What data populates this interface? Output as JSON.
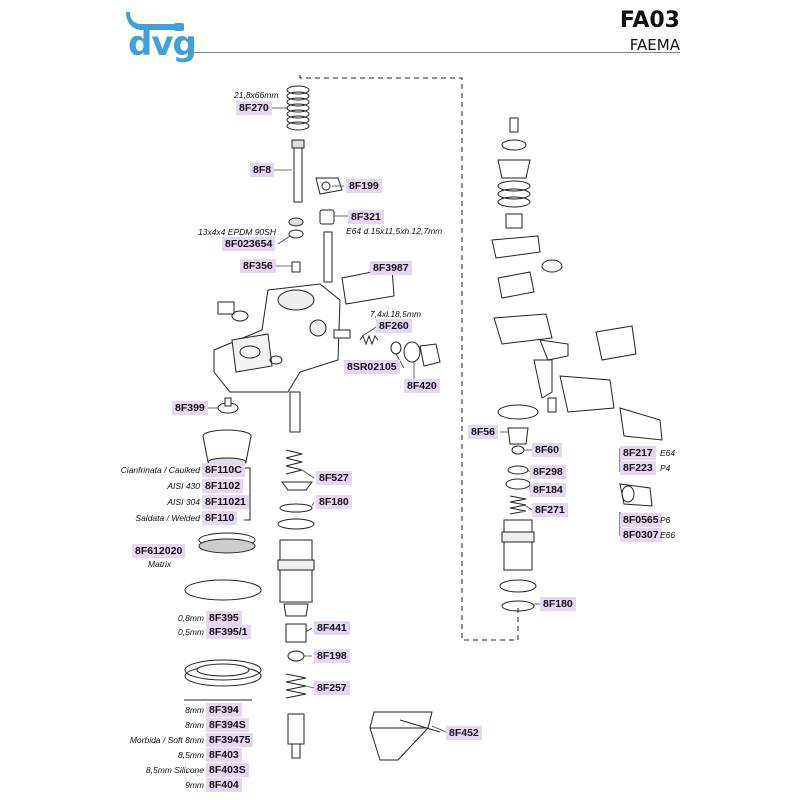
{
  "header": {
    "brand": "dvg",
    "code": "FA03",
    "brand_name": "FAEMA"
  },
  "labels": [
    {
      "id": "8F270",
      "text": "8F270"
    },
    {
      "id": "8F8",
      "text": "8F8"
    },
    {
      "id": "8F199",
      "text": "8F199"
    },
    {
      "id": "8F321",
      "text": "8F321"
    },
    {
      "id": "8F023654",
      "text": "8F023654"
    },
    {
      "id": "8F356",
      "text": "8F356"
    },
    {
      "id": "8F3987",
      "text": "8F3987"
    },
    {
      "id": "8F260",
      "text": "8F260"
    },
    {
      "id": "8SR02105",
      "text": "8SR02105"
    },
    {
      "id": "8F420",
      "text": "8F420"
    },
    {
      "id": "8F399",
      "text": "8F399"
    },
    {
      "id": "8F110C",
      "text": "8F110C"
    },
    {
      "id": "8F1102",
      "text": "8F1102"
    },
    {
      "id": "8F11021",
      "text": "8F11021"
    },
    {
      "id": "8F110",
      "text": "8F110"
    },
    {
      "id": "8F527",
      "text": "8F527"
    },
    {
      "id": "8F180a",
      "text": "8F180"
    },
    {
      "id": "8F612020",
      "text": "8F612020"
    },
    {
      "id": "8F395",
      "text": "8F395"
    },
    {
      "id": "8F395/1",
      "text": "8F395/1"
    },
    {
      "id": "8F441",
      "text": "8F441"
    },
    {
      "id": "8F198",
      "text": "8F198"
    },
    {
      "id": "8F257",
      "text": "8F257"
    },
    {
      "id": "8F394",
      "text": "8F394"
    },
    {
      "id": "8F394S",
      "text": "8F394S"
    },
    {
      "id": "8F39475",
      "text": "8F39475"
    },
    {
      "id": "8F403",
      "text": "8F403"
    },
    {
      "id": "8F403S",
      "text": "8F403S"
    },
    {
      "id": "8F404",
      "text": "8F404"
    },
    {
      "id": "8F452",
      "text": "8F452"
    },
    {
      "id": "8F56",
      "text": "8F56"
    },
    {
      "id": "8F60",
      "text": "8F60"
    },
    {
      "id": "8F298",
      "text": "8F298"
    },
    {
      "id": "8F184",
      "text": "8F184"
    },
    {
      "id": "8F271",
      "text": "8F271"
    },
    {
      "id": "8F180b",
      "text": "8F180"
    },
    {
      "id": "8F217",
      "text": "8F217"
    },
    {
      "id": "8F223",
      "text": "8F223"
    },
    {
      "id": "8F0565",
      "text": "8F0565"
    },
    {
      "id": "8F0307",
      "text": "8F0307"
    }
  ],
  "notes": [
    {
      "id": "n270",
      "text": "21,8x66mm"
    },
    {
      "id": "n321",
      "text": "E64 d.15x11,5xh.12,7mm"
    },
    {
      "id": "n023654",
      "text": "13x4x4 EPDM 90SH"
    },
    {
      "id": "n260",
      "text": "7,4xl.18,5mm"
    },
    {
      "id": "n110c",
      "text": "Cianfrinata / Caulked"
    },
    {
      "id": "n1102",
      "text": "AISI 430"
    },
    {
      "id": "n11021",
      "text": "AISI 304"
    },
    {
      "id": "n110",
      "text": "Saldata / Welded"
    },
    {
      "id": "n612020",
      "text": "Matrix"
    },
    {
      "id": "n395",
      "text": "0,8mm"
    },
    {
      "id": "n3951",
      "text": "0,5mm"
    },
    {
      "id": "n394",
      "text": "8mm"
    },
    {
      "id": "n394s",
      "text": "8mm"
    },
    {
      "id": "n39475",
      "text": "Morbida / Soft 8mm"
    },
    {
      "id": "n403",
      "text": "8,5mm"
    },
    {
      "id": "n403s",
      "text": "8,5mm Silicone"
    },
    {
      "id": "n404",
      "text": "9mm"
    },
    {
      "id": "n217",
      "text": "E64"
    },
    {
      "id": "n223",
      "text": "P4"
    },
    {
      "id": "n0565",
      "text": "P6"
    },
    {
      "id": "n0307",
      "text": "E66"
    }
  ]
}
